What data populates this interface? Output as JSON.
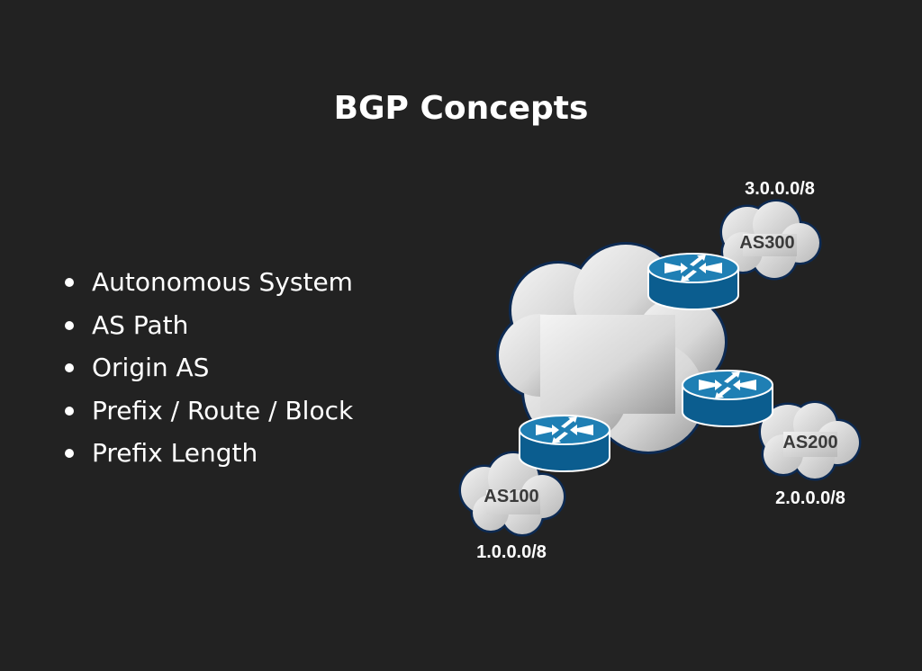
{
  "slide": {
    "title": "BGP Concepts",
    "bullets": [
      "Autonomous System",
      "AS Path",
      "Origin AS",
      "Prefix / Route / Block",
      "Prefix Length"
    ]
  },
  "diagram": {
    "nodes": [
      {
        "as": "AS300",
        "prefix": "3.0.0.0/8"
      },
      {
        "as": "AS200",
        "prefix": "2.0.0.0/8"
      },
      {
        "as": "AS100",
        "prefix": "1.0.0.0/8"
      }
    ],
    "colors": {
      "router_top": "#1f7fb4",
      "router_side": "#0b5d8f",
      "cloud_fill": "#dcdcdc",
      "cloud_outline": "#0d2a52",
      "label": "#ffffff",
      "as_label": "#3a3a3a"
    },
    "icons": [
      "router-icon",
      "cloud-icon"
    ]
  }
}
